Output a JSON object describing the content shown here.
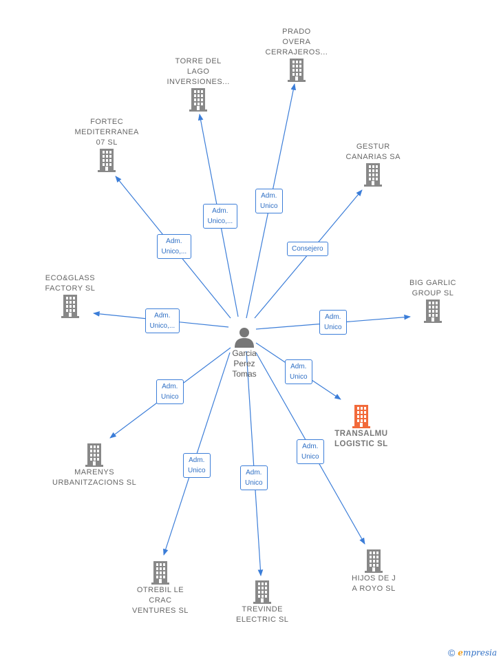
{
  "person": {
    "name": "Garcia\nPerez\nTomas"
  },
  "colors": {
    "edge": "#3b7dd8",
    "building": "#888888",
    "highlight": "#f26a3a"
  },
  "companies": [
    {
      "id": "prado",
      "name": "PRADO\nOVERA\nCERRAJEROS...",
      "role": "Adm.\nUnico"
    },
    {
      "id": "torre",
      "name": "TORRE DEL\nLAGO\nINVERSIONES...",
      "role": "Adm.\nUnico,..."
    },
    {
      "id": "fortec",
      "name": "FORTEC\nMEDITERRANEA\n07 SL",
      "role": "Adm.\nUnico,..."
    },
    {
      "id": "gestur",
      "name": "GESTUR\nCANARIAS SA",
      "role": "Consejero"
    },
    {
      "id": "eco",
      "name": "ECO&GLASS\nFACTORY  SL",
      "role": "Adm.\nUnico,..."
    },
    {
      "id": "biggarlic",
      "name": "BIG GARLIC\nGROUP  SL",
      "role": "Adm.\nUnico"
    },
    {
      "id": "transalmu",
      "name": "TRANSALMU\nLOGISTIC  SL",
      "role": "Adm.\nUnico"
    },
    {
      "id": "marenys",
      "name": "MARENYS\nURBANITZACIONS SL",
      "role": "Adm.\nUnico"
    },
    {
      "id": "hijos",
      "name": "HIJOS DE J\nA ROYO SL",
      "role": "Adm.\nUnico"
    },
    {
      "id": "otrebil",
      "name": "OTREBIL LE\nCRAC\nVENTURES  SL",
      "role": "Adm.\nUnico"
    },
    {
      "id": "trevinde",
      "name": "TREVINDE\nELECTRIC SL",
      "role": "Adm.\nUnico"
    }
  ],
  "footer": {
    "copyright": "©",
    "brand_first": "e",
    "brand_rest": "mpresia"
  }
}
